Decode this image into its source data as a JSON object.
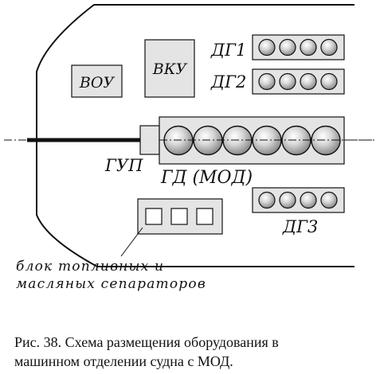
{
  "labels": {
    "vou": "ВОУ",
    "vku": "ВКУ",
    "dg1": "ДГ1",
    "dg2": "ДГ2",
    "dg3": "ДГ3",
    "gup": "ГУП",
    "gd": "ГД (МОД)",
    "separators_line1": "блок топливных и",
    "separators_line2": "масляных сепараторов"
  },
  "caption": {
    "line1": "Рис. 38. Схема размещения оборудования в",
    "line2": "машинном отделении судна с МОД."
  },
  "colors": {
    "box_fill": "#e4e4e4",
    "stroke": "#111111"
  }
}
